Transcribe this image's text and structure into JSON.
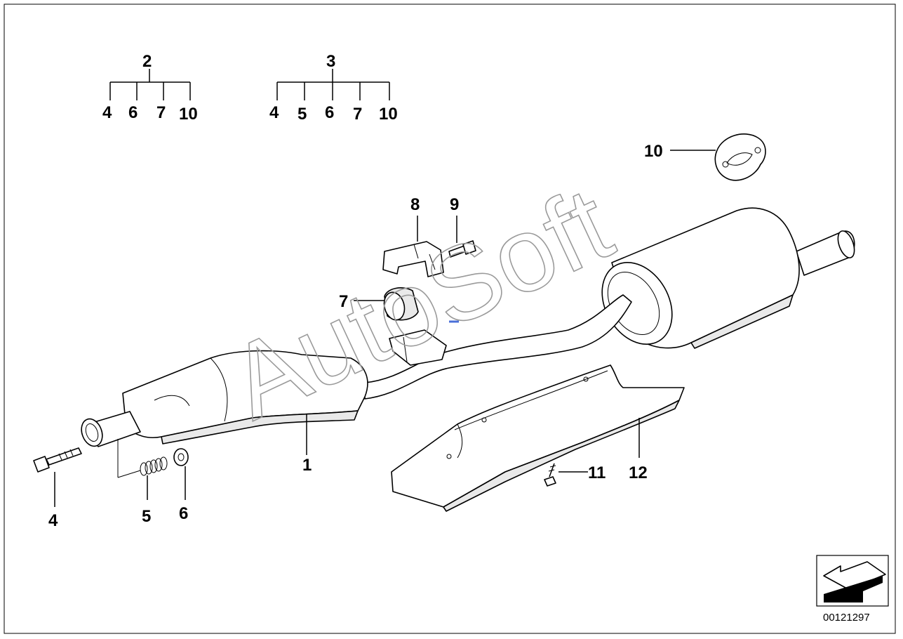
{
  "diagram": {
    "sets": [
      {
        "label": "2",
        "items": [
          "4",
          "6",
          "7",
          "10"
        ]
      },
      {
        "label": "3",
        "items": [
          "4",
          "5",
          "6",
          "7",
          "10"
        ]
      }
    ],
    "callouts": {
      "c1": "1",
      "c4": "4",
      "c5": "5",
      "c6": "6",
      "c7": "7",
      "c8": "8",
      "c9": "9",
      "c10": "10",
      "c11": "11",
      "c12": "12"
    },
    "watermark": "AutoSoft",
    "document_number": "00121297"
  },
  "colors": {
    "ink": "#000000",
    "paper": "#ffffff",
    "watermark": "#9a9a9a",
    "accent_mark": "#4a6fd8"
  }
}
